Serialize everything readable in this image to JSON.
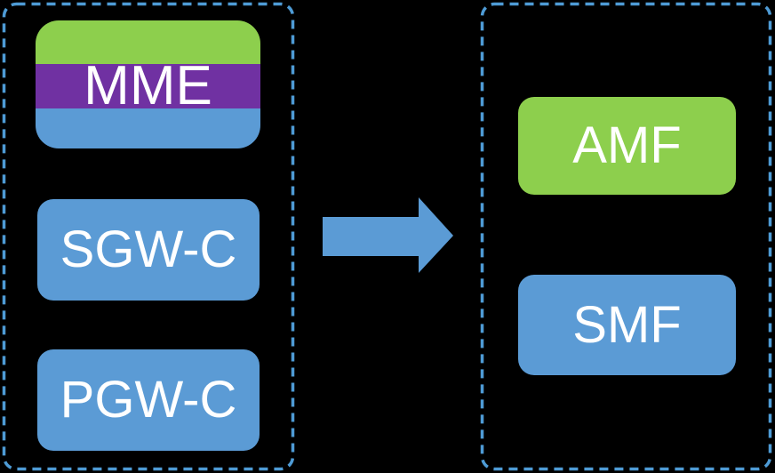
{
  "diagram": {
    "left_panel": {
      "items": [
        {
          "label": "MME",
          "fill": "striped-green-purple-blue"
        },
        {
          "label": "SGW-C",
          "fill": "blue"
        },
        {
          "label": "PGW-C",
          "fill": "blue"
        }
      ]
    },
    "right_panel": {
      "items": [
        {
          "label": "AMF",
          "fill": "green"
        },
        {
          "label": "SMF",
          "fill": "blue"
        }
      ]
    },
    "arrow": {
      "icon": "right-arrow",
      "direction": "left-to-right",
      "color": "#5B9BD5"
    }
  },
  "colors": {
    "green": "#8DCF4D",
    "purple": "#7031A2",
    "blue": "#5B9BD5",
    "panel_border": "#4E9BD5",
    "background": "#000000",
    "label_text": "#FFFFFF"
  }
}
